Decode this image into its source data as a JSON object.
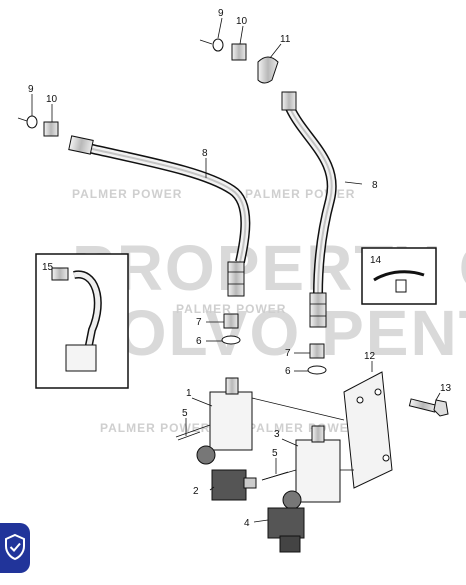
{
  "watermark": {
    "brand_label": "PALMER POWER",
    "property_line1": "PROPERTY OF",
    "property_line2": "VOLVO PENTA"
  },
  "callouts": {
    "n1": "1",
    "n2": "2",
    "n3": "3",
    "n4": "4",
    "n5": "5",
    "n6": "6",
    "n7": "7",
    "n8": "8",
    "n9": "9",
    "n10": "10",
    "n11": "11",
    "n12": "12",
    "n13": "13",
    "n14": "14",
    "n15": "15"
  },
  "colors": {
    "badge": "#21349a",
    "ink": "#111111",
    "watermark": "#d9d9d9"
  },
  "icons": {
    "badge_icon": "shield-check-icon"
  }
}
